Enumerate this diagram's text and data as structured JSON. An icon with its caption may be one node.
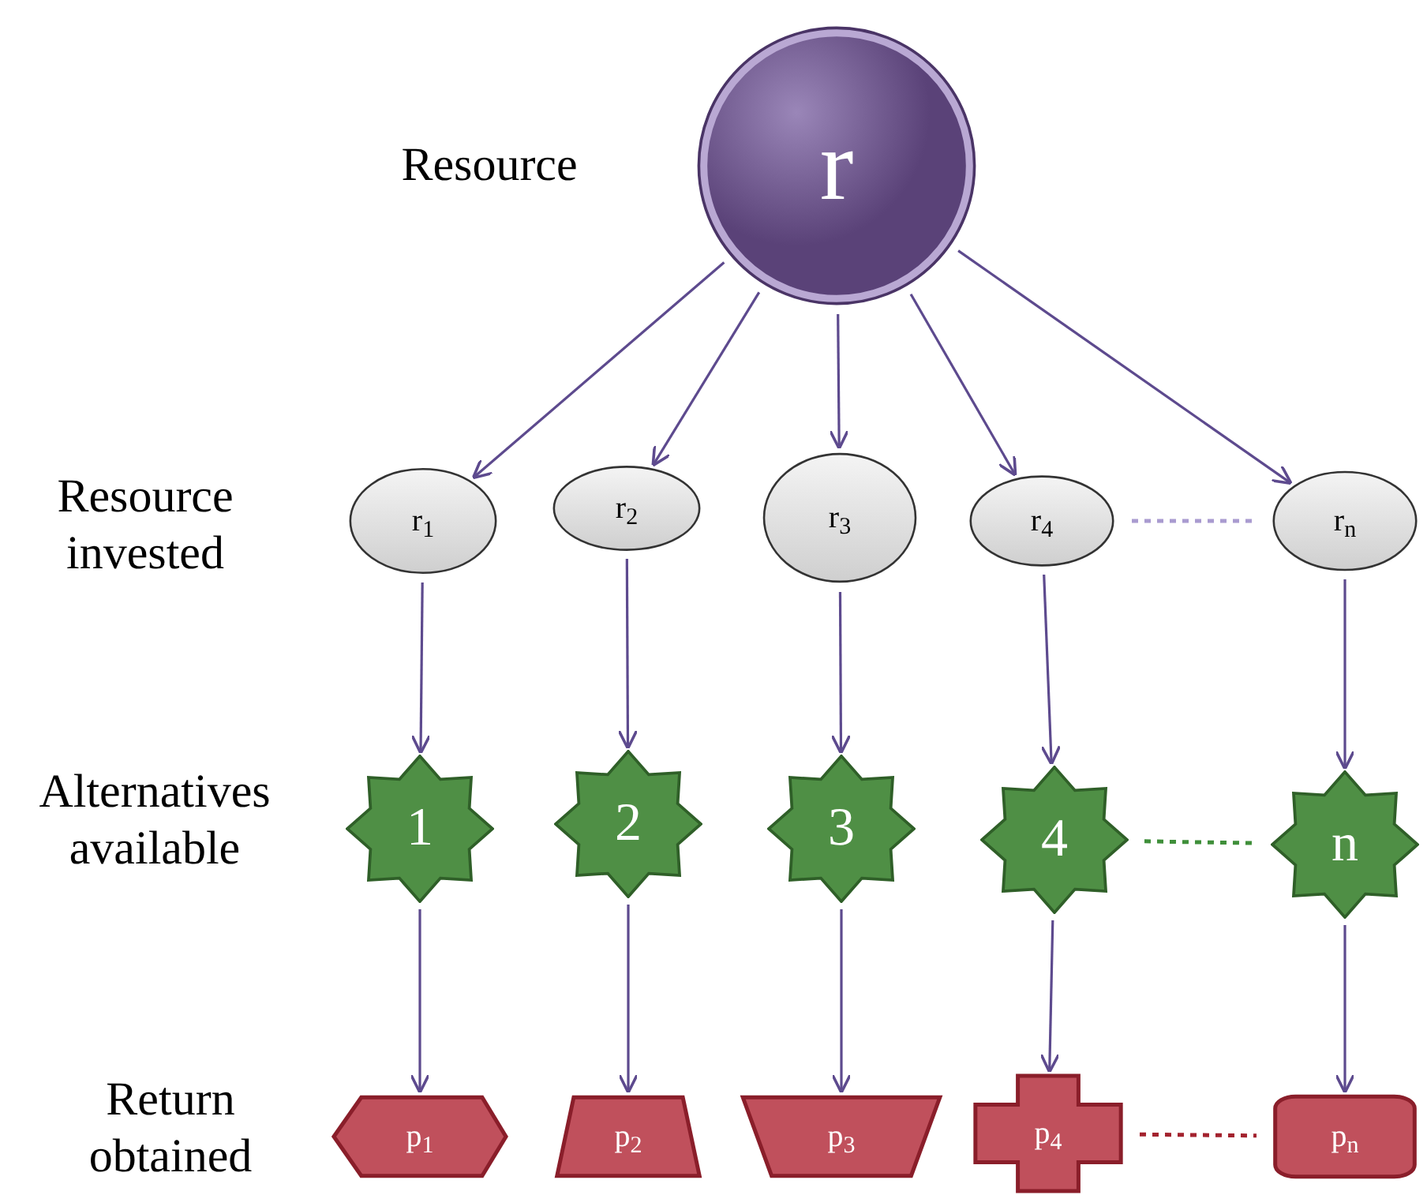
{
  "diagram": {
    "nodes": [
      {
        "text": [
          "r"
        ]
      },
      {
        "text": [
          "r$_{1}$"
        ]
      },
      {
        "text": [
          "r$_{2}$"
        ]
      },
      {
        "text": [
          "r$_{3}$"
        ]
      },
      {
        "text": [
          "r$_{4}$"
        ]
      },
      {
        "text": [
          "r$_{n}$"
        ]
      },
      {
        "text": [
          "1"
        ]
      },
      {
        "text": [
          "2"
        ]
      },
      {
        "text": [
          "3"
        ]
      },
      {
        "text": [
          "4"
        ]
      },
      {
        "text": [
          "n"
        ]
      },
      {
        "text": [
          "p$_{1}$"
        ]
      },
      {
        "text": [
          "p$_{2}$"
        ]
      },
      {
        "text": [
          "p$_{3}$"
        ]
      },
      {
        "text": [
          "p$_{4}$"
        ]
      },
      {
        "text": [
          "p$_{n}$"
        ]
      }
    ],
    "edges": [
      {
        "from": 0,
        "to": 1,
        "arrow": "to"
      },
      {
        "from": 0,
        "to": 2,
        "arrow": "to"
      },
      {
        "from": 0,
        "to": 3,
        "arrow": "to"
      },
      {
        "from": 0,
        "to": 4,
        "arrow": "to"
      },
      {
        "from": 0,
        "to": 5,
        "arrow": "to"
      },
      {
        "from": 1,
        "to": 6,
        "arrow": "to"
      },
      {
        "from": 2,
        "to": 7,
        "arrow": "to"
      },
      {
        "from": 3,
        "to": 8,
        "arrow": "to"
      },
      {
        "from": 4,
        "to": 9,
        "arrow": "to"
      },
      {
        "from": 5,
        "to": 10,
        "arrow": "to"
      },
      {
        "from": 6,
        "to": 11,
        "arrow": "to"
      },
      {
        "from": 7,
        "to": 12,
        "arrow": "to"
      },
      {
        "from": 8,
        "to": 13,
        "arrow": "to"
      },
      {
        "from": 9,
        "to": 14,
        "arrow": "to"
      },
      {
        "from": 10,
        "to": 15,
        "arrow": "to"
      },
      {
        "from": 4,
        "to": 5,
        "arrow": "none",
        "style": "dashed",
        "color": "#a99bd0"
      },
      {
        "from": 9,
        "to": 10,
        "arrow": "none",
        "style": "dashed",
        "color": "#3f8f3a"
      },
      {
        "from": 14,
        "to": 15,
        "arrow": "none",
        "style": "dashed",
        "color": "#a3222e"
      }
    ],
    "labels": [
      "Resource",
      "Resource invested",
      "Alternatives available",
      "Return obtained"
    ]
  }
}
